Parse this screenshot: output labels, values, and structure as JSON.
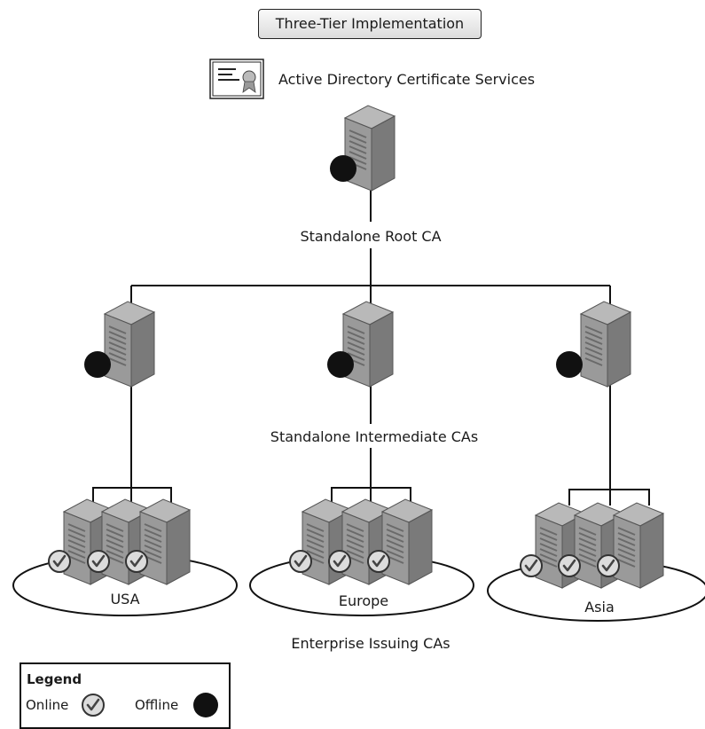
{
  "title": "Three-Tier Implementation",
  "header": {
    "label": "Active Directory Certificate Services",
    "icon": "certificate-icon"
  },
  "tiers": {
    "root": "Standalone Root CA",
    "intermediate": "Standalone Intermediate CAs",
    "issuing": "Enterprise Issuing CAs"
  },
  "regions": [
    "USA",
    "Europe",
    "Asia"
  ],
  "legend": {
    "title": "Legend",
    "online": "Online",
    "offline": "Offline"
  },
  "colors": {
    "server_face": "#8a8a8a",
    "server_side": "#5c5c5c",
    "offline": "#111111",
    "online_badge": "#cfcfcf"
  }
}
